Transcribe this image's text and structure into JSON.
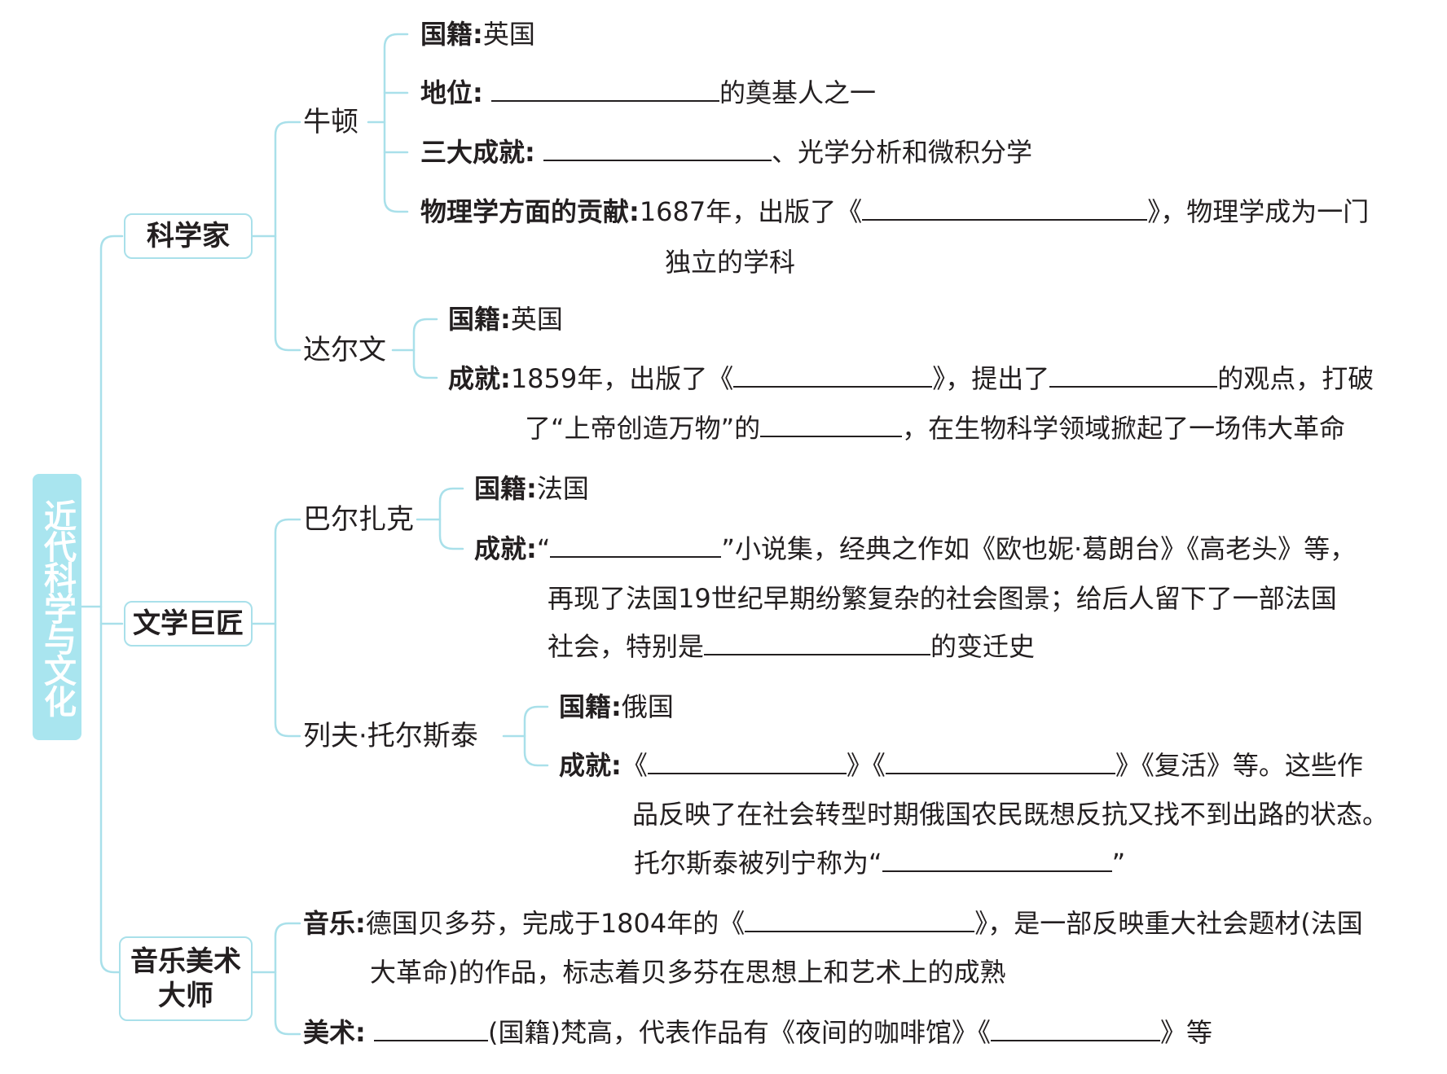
{
  "root": {
    "title": "近代科学与文化"
  },
  "branches": {
    "scientists": {
      "label": "科学家",
      "newton": {
        "name": "牛顿",
        "nationality_label": "国籍",
        "nationality": "英国",
        "status_label": "地位",
        "status_suffix": "的奠基人之一",
        "achievements_label": "三大成就",
        "achievements_suffix": "、光学分析和微积分学",
        "physics_label": "物理学方面的贡献",
        "physics_text_a": "1687年，出版了《",
        "physics_text_b": "》，物理学成为一门",
        "physics_text_c": "独立的学科"
      },
      "darwin": {
        "name": "达尔文",
        "nationality_label": "国籍",
        "nationality": "英国",
        "achievements_label": "成就",
        "text_a": "1859年，出版了《",
        "text_b": "》，提出了",
        "text_c": "的观点，打破",
        "text_d": "了“上帝创造万物”的",
        "text_e": "，在生物科学领域掀起了一场伟大革命"
      }
    },
    "literature": {
      "label": "文学巨匠",
      "balzac": {
        "name": "巴尔扎克",
        "nationality_label": "国籍",
        "nationality": "法国",
        "achievements_label": "成就",
        "text_a": "“",
        "text_b": "”小说集，经典之作如《欧也妮·葛朗台》《高老头》等，",
        "text_c": "再现了法国19世纪早期纷繁复杂的社会图景；给后人留下了一部法国",
        "text_d": "社会，特别是",
        "text_e": "的变迁史"
      },
      "tolstoy": {
        "name": "列夫·托尔斯泰",
        "nationality_label": "国籍",
        "nationality": "俄国",
        "achievements_label": "成就",
        "text_a": "《",
        "text_b": "》《",
        "text_c": "》《复活》等。这些作",
        "text_d": "品反映了在社会转型时期俄国农民既想反抗又找不到出路的状态。",
        "text_e": "托尔斯泰被列宁称为“",
        "text_f": "”"
      }
    },
    "arts": {
      "label_line1": "音乐美术",
      "label_line2": "大师",
      "music_label": "音乐",
      "music_text_a": "德国贝多芬，完成于1804年的《",
      "music_text_b": "》，是一部反映重大社会题材(法国",
      "music_text_c": "大革命)的作品，标志着贝多芬在思想上和艺术上的成熟",
      "art_label": "美术",
      "art_text_a": "(国籍)梵高，代表作品有《夜间的咖啡馆》《",
      "art_text_b": "》等"
    }
  },
  "colors": {
    "line": "#a9e0ea",
    "root_fill": "#a9e5ef",
    "text": "#231f20"
  }
}
